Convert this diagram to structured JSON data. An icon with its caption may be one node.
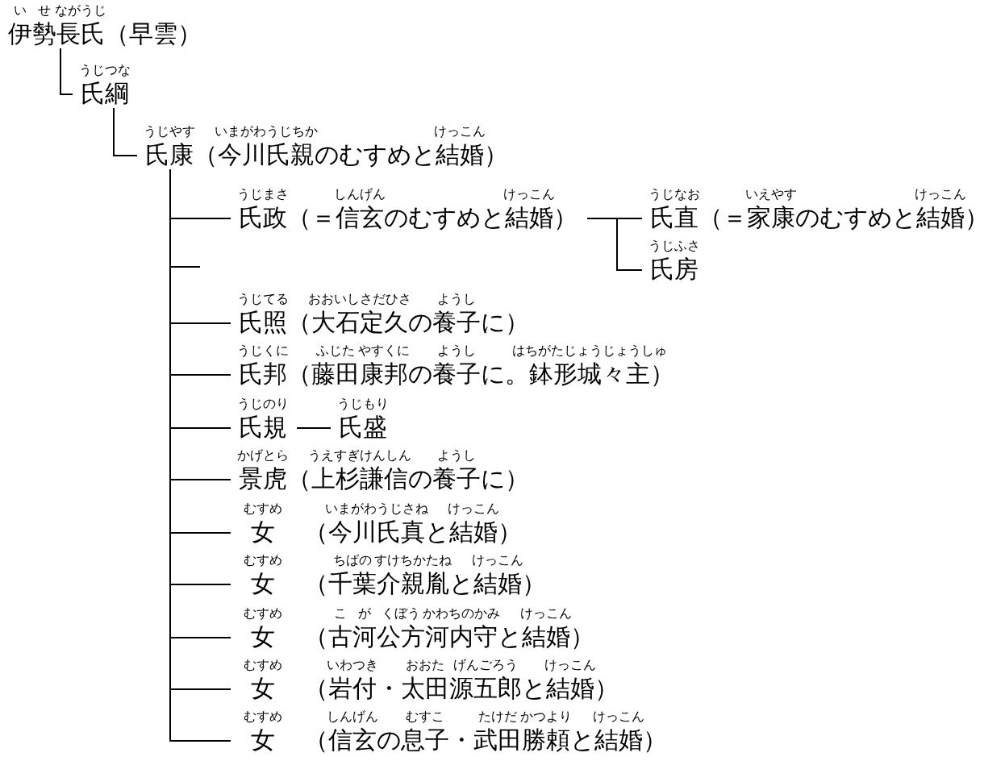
{
  "diagram": {
    "nodes": [
      {
        "text": [
          "伊勢長氏",
          "（早雲）"
        ],
        "beside": [
          "い",
          "せ",
          "ながうじ"
        ]
      },
      {
        "text": [
          "氏綱"
        ],
        "beside": [
          "うじつな"
        ]
      },
      {
        "text": [
          "氏康",
          "（今川氏親のむすめと結婚）"
        ],
        "beside": [
          "うじやす",
          "いまがわうじちか",
          "けっこん"
        ]
      },
      {
        "text": [
          "氏政",
          "（＝信玄のむすめと結婚）"
        ],
        "beside": [
          "うじまさ",
          "しんげん",
          "けっこん"
        ]
      },
      {
        "text": [
          "氏直",
          "（＝家康のむすめと結婚）"
        ],
        "beside": [
          "うじなお",
          "いえやす",
          "けっこん"
        ]
      },
      {
        "text": [
          "氏房"
        ],
        "beside": [
          "うじふさ"
        ]
      },
      {
        "text": [
          "氏照",
          "（大石定久の養子に）"
        ],
        "beside": [
          "うじてる",
          "おおいしさだひさ",
          "ようし"
        ]
      },
      {
        "text": [
          "氏邦",
          "（藤田康邦の養子に。鉢形城々主）"
        ],
        "beside": [
          "うじくに",
          "ふじた",
          "やすくに",
          "ようし",
          "はちがたじょうじょうしゅ"
        ]
      },
      {
        "text": [
          "氏規"
        ],
        "beside": [
          "うじのり"
        ]
      },
      {
        "text": [
          "氏盛"
        ],
        "beside": [
          "うじもり"
        ]
      },
      {
        "text": [
          "景虎",
          "（上杉謙信の養子に）"
        ],
        "beside": [
          "かげとら",
          "うえすぎけんしん",
          "ようし"
        ]
      },
      {
        "text": [
          "女",
          "（今川氏真と結婚）"
        ],
        "beside": [
          "むすめ",
          "いまがわうじさね",
          "けっこん"
        ]
      },
      {
        "text": [
          "女",
          "（千葉介親胤と結婚）"
        ],
        "beside": [
          "むすめ",
          "ちばの",
          "すけちかたね",
          "けっこん"
        ]
      },
      {
        "text": [
          "女",
          "（古河公方河内守と結婚）"
        ],
        "beside": [
          "むすめ",
          "こ",
          "が",
          "くぼう",
          "かわちのかみ",
          "けっこん"
        ]
      },
      {
        "text": [
          "女",
          "（岩付・太田源五郎と結婚）"
        ],
        "beside": [
          "むすめ",
          "いわつき",
          "おおた",
          "げんごろう",
          "けっこん"
        ]
      },
      {
        "text": [
          "女",
          "（信玄の息子・武田勝頼と結婚）"
        ],
        "beside": [
          "むすめ",
          "しんげん",
          "むすこ",
          "たけだ",
          "かつより",
          "けっこん"
        ]
      }
    ],
    "edges": [
      {
        "from": 0,
        "to": 1,
        "arrow": "none"
      },
      {
        "from": 1,
        "to": 2,
        "arrow": "none"
      },
      {
        "from": 2,
        "to": 3,
        "arrow": "none"
      },
      {
        "from": 3,
        "to": 4,
        "arrow": "none"
      },
      {
        "from": 3,
        "to": 5,
        "arrow": "none"
      },
      {
        "from": 2,
        "to": null,
        "arrow": "none"
      },
      {
        "from": 2,
        "to": 6,
        "arrow": "none"
      },
      {
        "from": 2,
        "to": 7,
        "arrow": "none"
      },
      {
        "from": 2,
        "to": 8,
        "arrow": "none"
      },
      {
        "from": 8,
        "to": 9,
        "arrow": "none"
      },
      {
        "from": 2,
        "to": 10,
        "arrow": "none"
      },
      {
        "from": 2,
        "to": 11,
        "arrow": "none"
      },
      {
        "from": 2,
        "to": 12,
        "arrow": "none"
      },
      {
        "from": 2,
        "to": 13,
        "arrow": "none"
      },
      {
        "from": 2,
        "to": 14,
        "arrow": "none"
      },
      {
        "from": 2,
        "to": 15,
        "arrow": "none"
      }
    ]
  }
}
